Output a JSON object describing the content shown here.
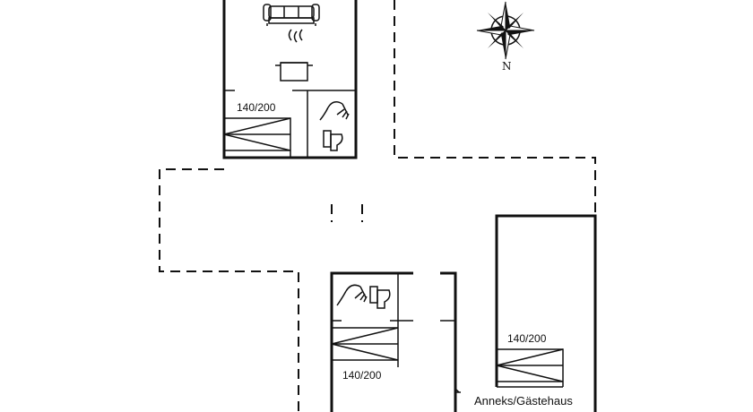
{
  "floorplan": {
    "compass": {
      "north_label": "N"
    },
    "beds": [
      {
        "label": "140/200"
      },
      {
        "label": "140/200"
      },
      {
        "label": "140/200"
      }
    ],
    "annex_label": "Anneks/Gästehaus"
  }
}
